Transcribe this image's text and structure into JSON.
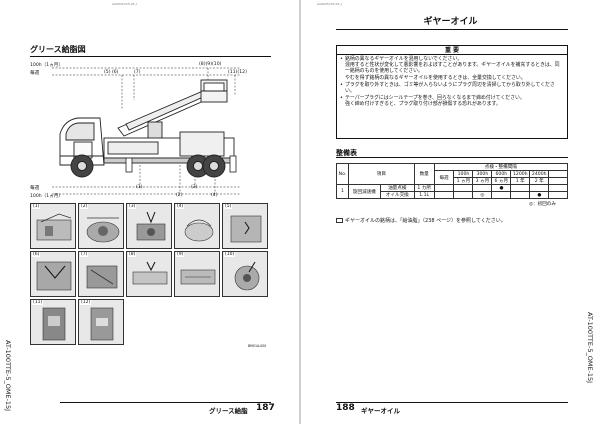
{
  "left_page": {
    "header_code": "AA0025723-03-J",
    "title": "グリース給脂図",
    "top_labels": {
      "interval_100h": "100h（1ヵ月）",
      "interval_daily": "毎週",
      "callouts_a": "(5) (6)",
      "callouts_b": "(7)",
      "callouts_c": "(8)(9)(10)",
      "callouts_d": "(11)(12)"
    },
    "bottom_labels": {
      "interval_daily": "毎週",
      "interval_100h": "100h（1ヵ月）",
      "callouts_a": "(1)",
      "callouts_b": "(2)",
      "callouts_c": "(3)",
      "callouts_d": "(4)"
    },
    "photos": [
      {
        "label": "(1)"
      },
      {
        "label": "(2)"
      },
      {
        "label": "(3)"
      },
      {
        "label": "(4)"
      },
      {
        "label": "(5)"
      },
      {
        "label": "(6)"
      },
      {
        "label": "(7)"
      },
      {
        "label": "(8)"
      },
      {
        "label": "(9)"
      },
      {
        "label": "(10)"
      },
      {
        "label": "(11)"
      },
      {
        "label": "(12)"
      }
    ],
    "figure_code": "BM01A-000",
    "side_code": "AT-100TTE-5_OME-15J",
    "footer_title": "グリース給脂",
    "page_number": "187"
  },
  "right_page": {
    "header_code": "AA0025723-03-J",
    "title": "ギヤーオイル",
    "important": {
      "heading": "重 要",
      "items": [
        "銘柄の異なるギヤーオイルを混用しないでください。\n混用すると性状が変化して悪影響をおよぼすことがあります。ギヤーオイルを補充するときは、同一銘柄のものを使用してください。\nやむを得ず銘柄の異なるギヤーオイルを使用するときは、全量交換してください。",
        "プラグを取り外すときは、ゴミ等が入らないようにプラグ周辺を清掃してから取り外してください。",
        "テーパープラグにはシールテープを巻き、回らなくなるまで締め付けてください。\n強く締め付けすぎると、プラグ取り付け部が損傷する恐れがあります。"
      ]
    },
    "table": {
      "title": "整備表",
      "headers": {
        "no": "No.",
        "item": "項目",
        "quantity": "数量",
        "interval_group": "点検・整備間隔",
        "daily": "毎週",
        "h100": "100h",
        "h300": "300h",
        "h600": "600h",
        "h1200": "1200h",
        "h2400": "2400h",
        "m1": "1 ヵ月",
        "m3": "3 ヵ月",
        "m6": "6 ヵ月",
        "y1": "1 年",
        "y2": "2 年"
      },
      "row": {
        "no": "1",
        "item": "旋回減速機",
        "sub1": "油量点検",
        "sub2": "オイル交換",
        "qty1": "1 カ所",
        "qty2": "1.1L",
        "mark_check": "●",
        "mark_first": "◎",
        "mark_change": "●"
      },
      "legend": "◎：初回のみ"
    },
    "note": "ギヤーオイルの銘柄は、「給油脂」（238 ページ）を参照してください。",
    "side_code": "AT-100TTE-5_OME-15J",
    "footer_title": "ギヤーオイル",
    "page_number": "188"
  }
}
